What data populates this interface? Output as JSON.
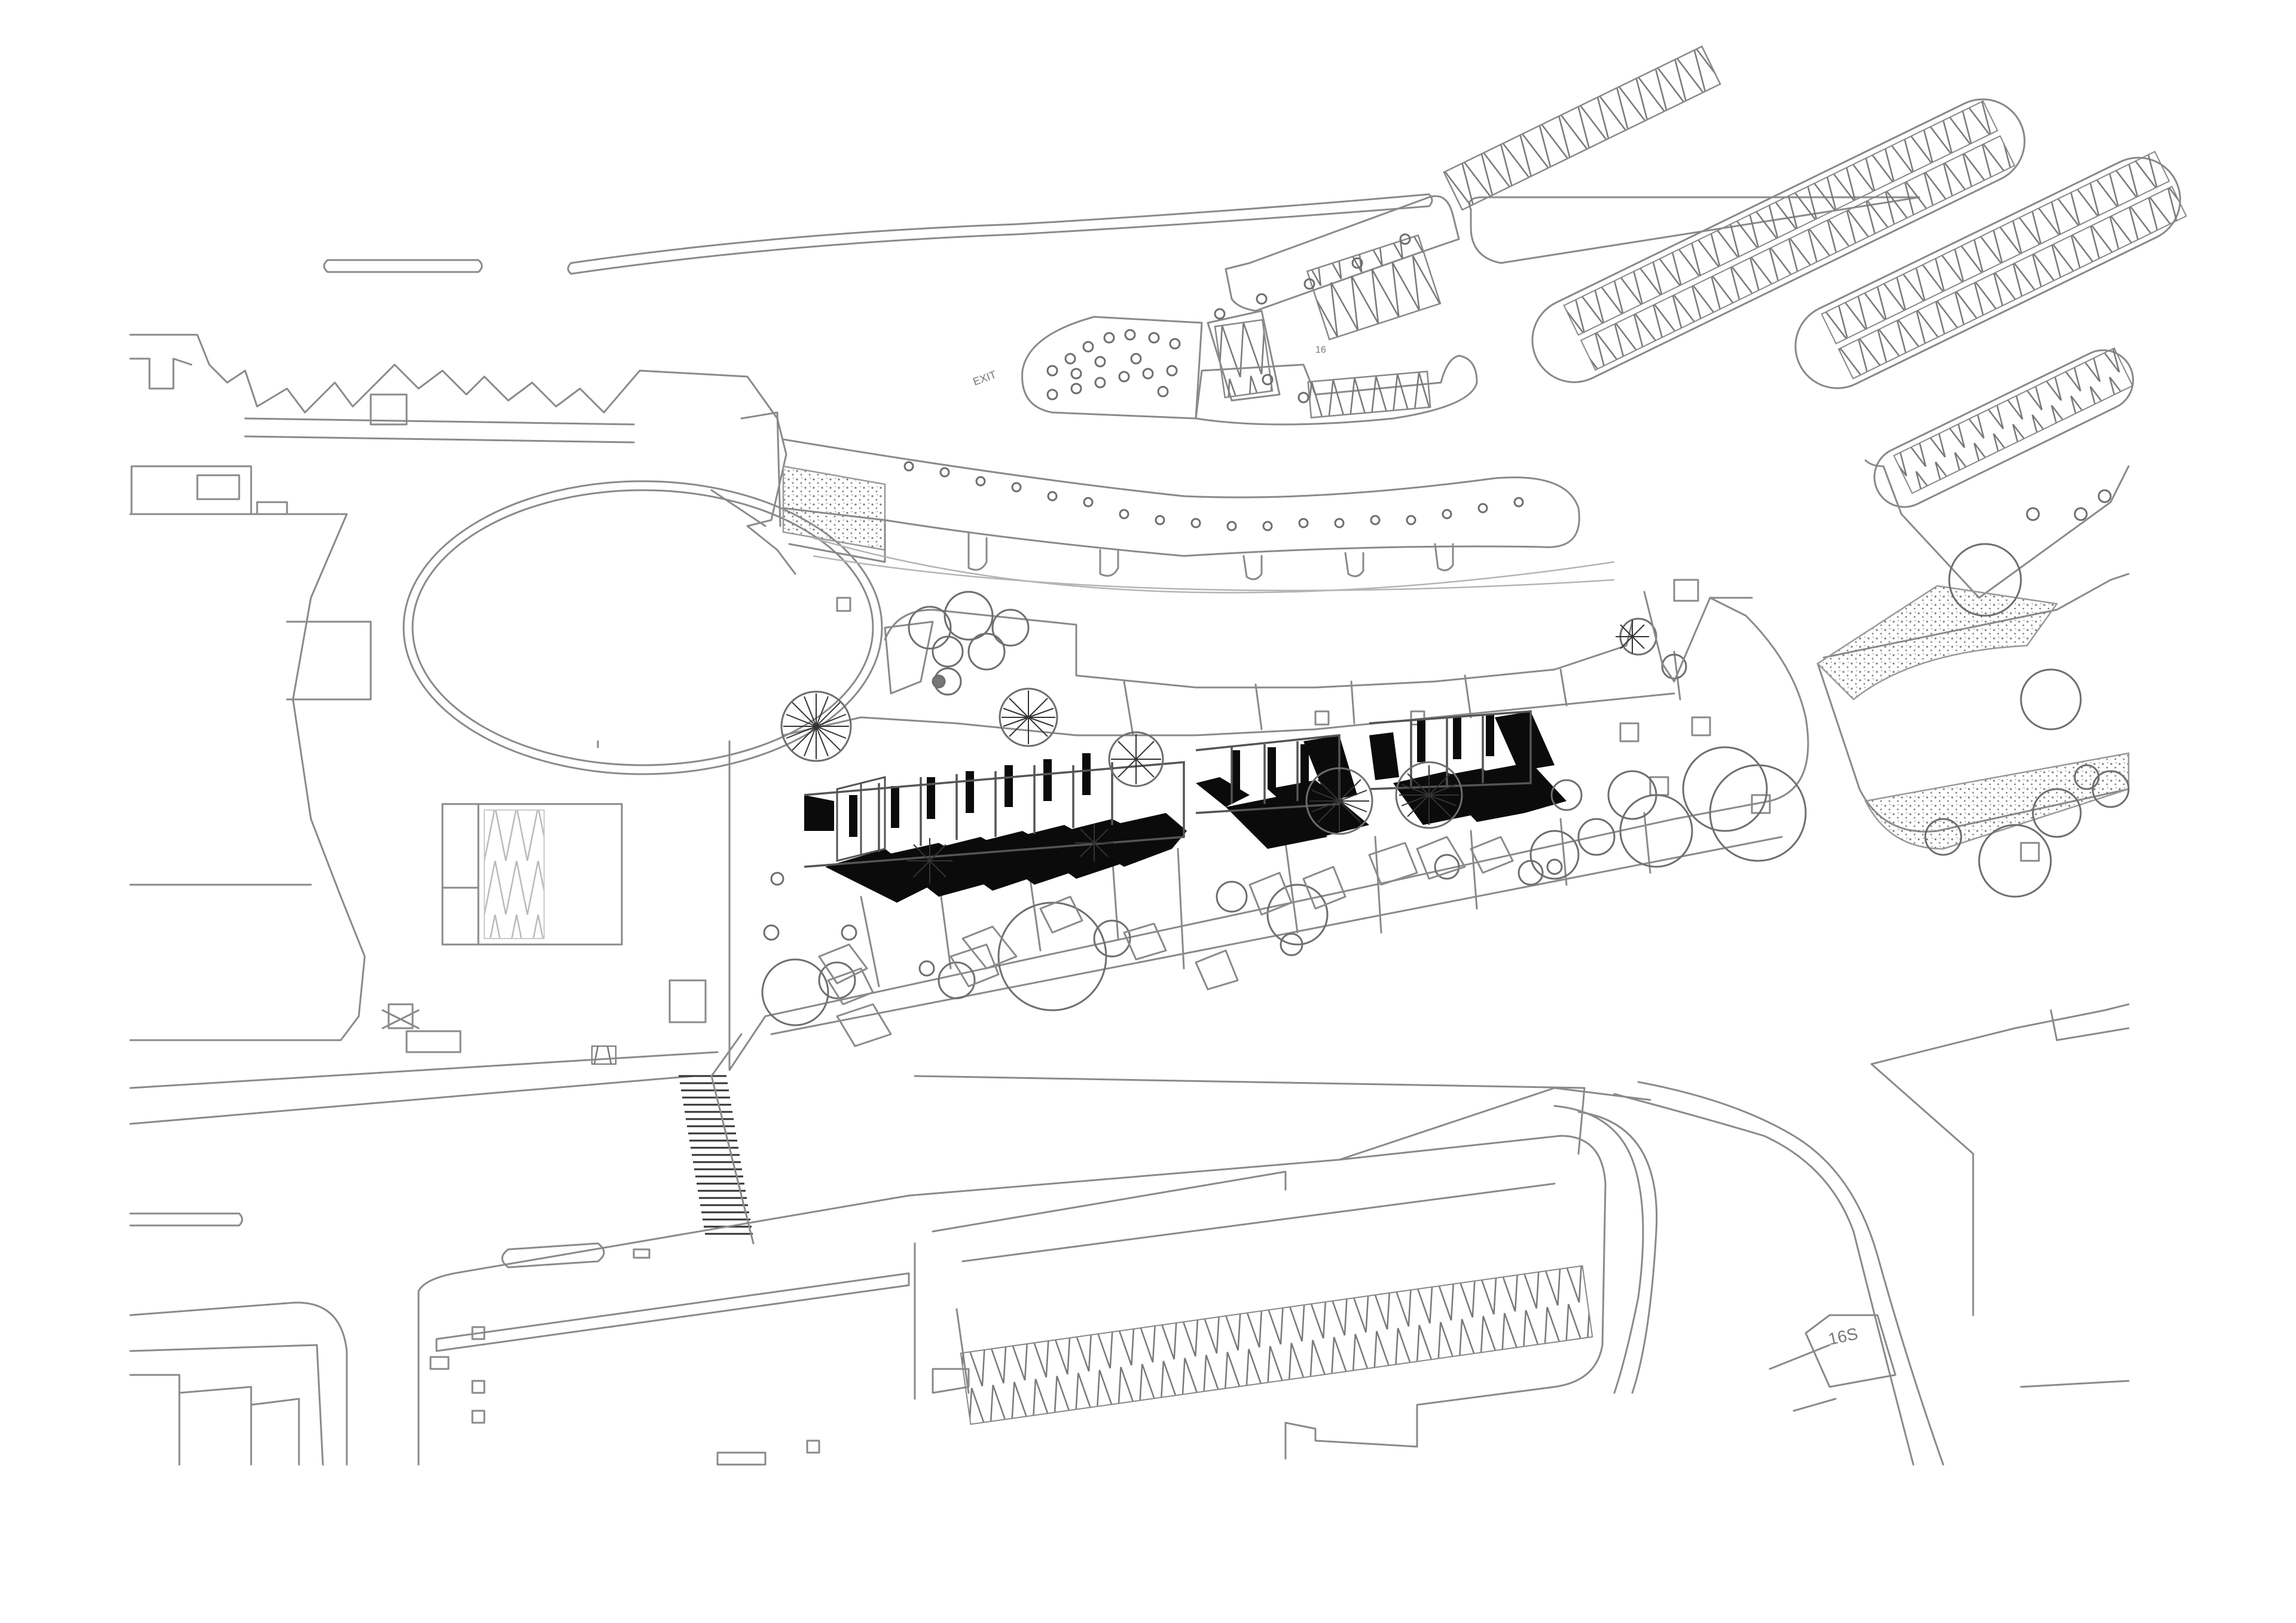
{
  "plan": {
    "labels": {
      "exit": "EXIT",
      "parking_number": "16",
      "street_number": "16S"
    }
  }
}
